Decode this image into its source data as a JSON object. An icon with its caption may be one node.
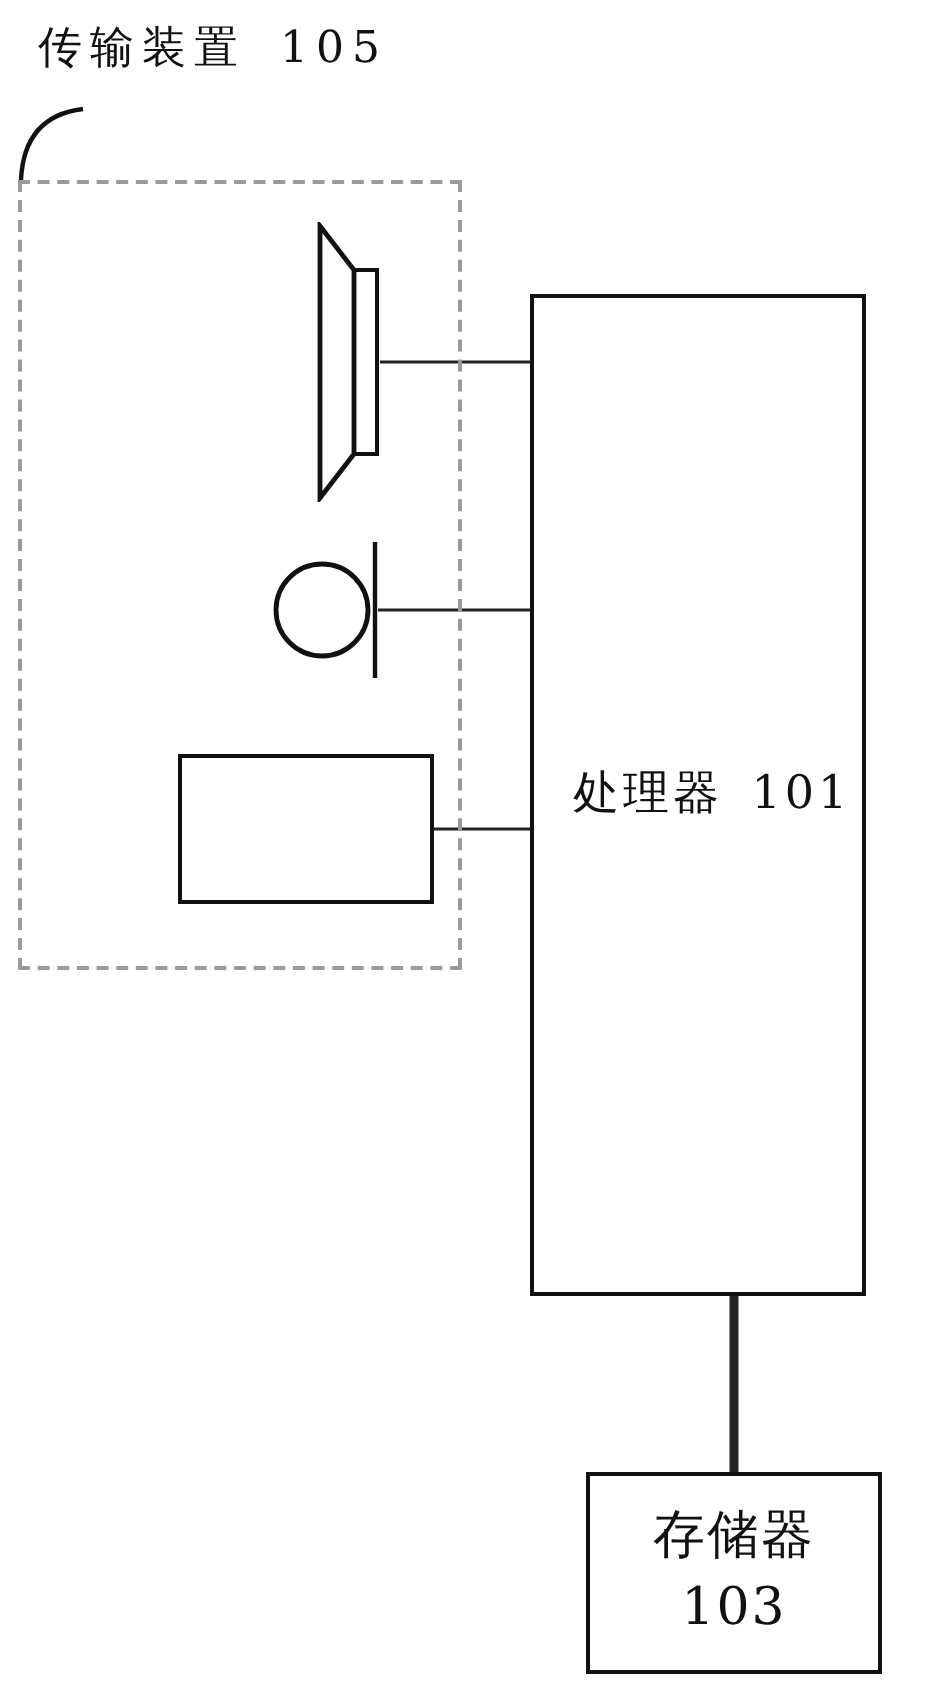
{
  "diagram": {
    "nodes": [
      {
        "text": [
          "传输装置 105"
        ]
      },
      {
        "text": [],
        "shape": "speaker",
        "in": 0
      },
      {
        "text": [],
        "shape": "microphone",
        "in": 0
      },
      {
        "text": [],
        "shape": "box",
        "in": 0
      },
      {
        "text": [
          "处理器 101"
        ]
      },
      {
        "text": [
          "存储器 103"
        ]
      }
    ],
    "edges": [
      {
        "from": 1,
        "to": 4,
        "arrow": "none"
      },
      {
        "from": 2,
        "to": 4,
        "arrow": "none"
      },
      {
        "from": 3,
        "to": 4,
        "arrow": "none"
      },
      {
        "from": 4,
        "to": 5,
        "arrow": "none",
        "style": "thick"
      }
    ]
  }
}
